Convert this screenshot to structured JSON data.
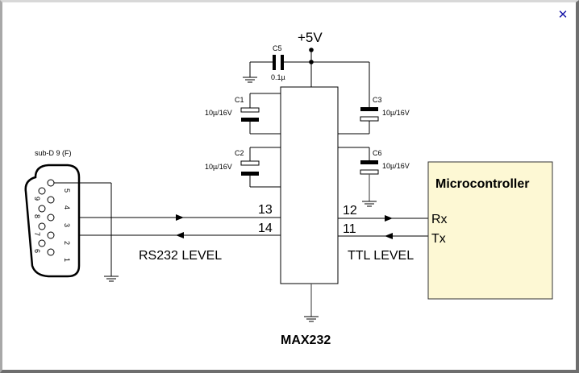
{
  "window": {
    "close_icon": "close-icon",
    "close_glyph": "✕"
  },
  "schematic": {
    "title": "MAX232",
    "supply_label": "+5V",
    "connector": {
      "label": "sub-D 9 (F)",
      "pins_top_row": [
        "5",
        "4",
        "3",
        "2",
        "1"
      ],
      "pins_bottom_row": [
        "9",
        "8",
        "7",
        "6"
      ]
    },
    "capacitors": [
      {
        "ref": "C5",
        "value": "0.1µ"
      },
      {
        "ref": "C1",
        "value": "10µ/16V"
      },
      {
        "ref": "C2",
        "value": "10µ/16V"
      },
      {
        "ref": "C3",
        "value": "10µ/16V"
      },
      {
        "ref": "C6",
        "value": "10µ/16V"
      }
    ],
    "ic_pins": {
      "left_upper": "13",
      "left_lower": "14",
      "right_upper": "12",
      "right_lower": "11"
    },
    "level_labels": {
      "left": "RS232 LEVEL",
      "right": "TTL LEVEL"
    },
    "microcontroller": {
      "title": "Microcontroller",
      "pin_rx": "Rx",
      "pin_tx": "Tx",
      "fill_color": "#fdf8d4"
    }
  }
}
